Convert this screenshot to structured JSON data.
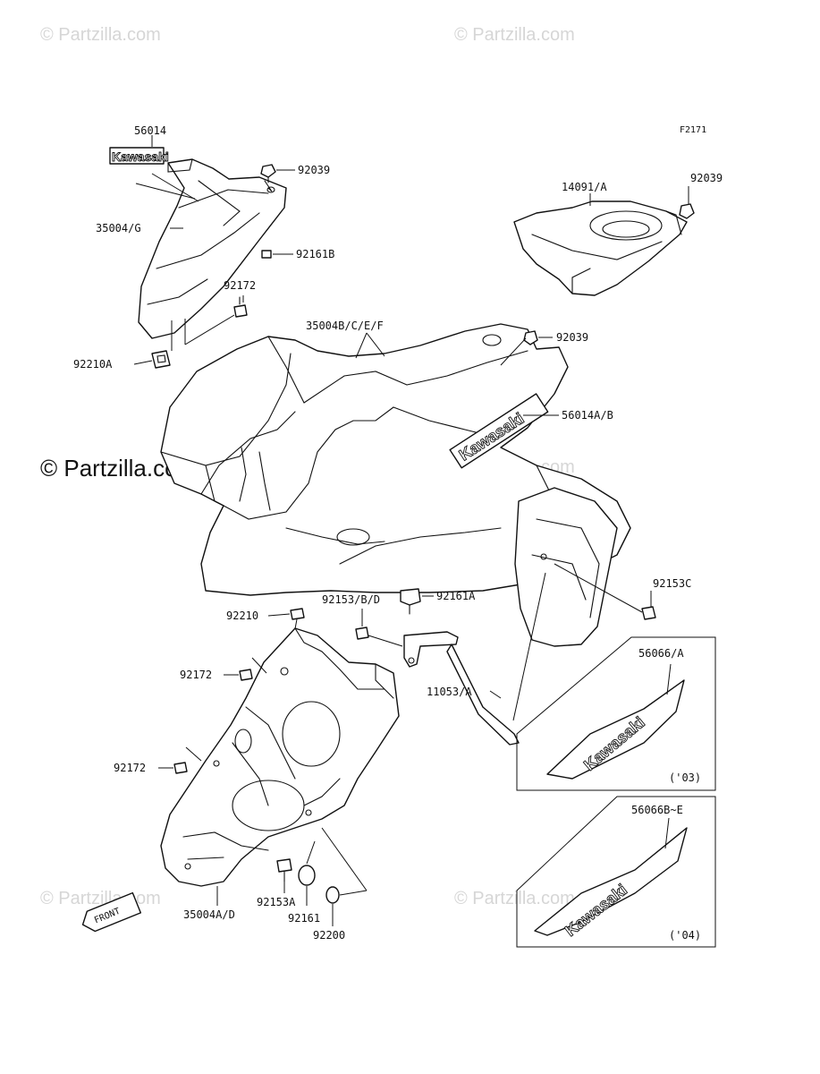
{
  "diagram_code": "F2171",
  "watermarks": {
    "small": "© Partzilla.com",
    "large": "© Partzilla.com"
  },
  "decal_text": "Kawasaki",
  "front_label": "FRONT",
  "part_labels": {
    "p56014": "56014",
    "p92039_top": "92039",
    "p35004G": "35004/G",
    "p92161B": "92161B",
    "p92172_top": "92172",
    "p92210A": "92210A",
    "p14091A": "14091/A",
    "p92039_right": "92039",
    "p35004BCEF": "35004B/C/E/F",
    "p92039_mid": "92039",
    "p56014AB": "56014A/B",
    "p92153C": "92153C",
    "p92161A": "92161A",
    "p92153BD": "92153/B/D",
    "p92210": "92210",
    "p92172_mid": "92172",
    "p11053A": "11053/A",
    "p92172_low": "92172",
    "p56066A": "56066/A",
    "p56066BE": "56066B~E",
    "p35004AD": "35004A/D",
    "p92153A": "92153A",
    "p92161": "92161",
    "p92200": "92200"
  },
  "year_labels": {
    "y03": "('03)",
    "y04": "('04)"
  }
}
